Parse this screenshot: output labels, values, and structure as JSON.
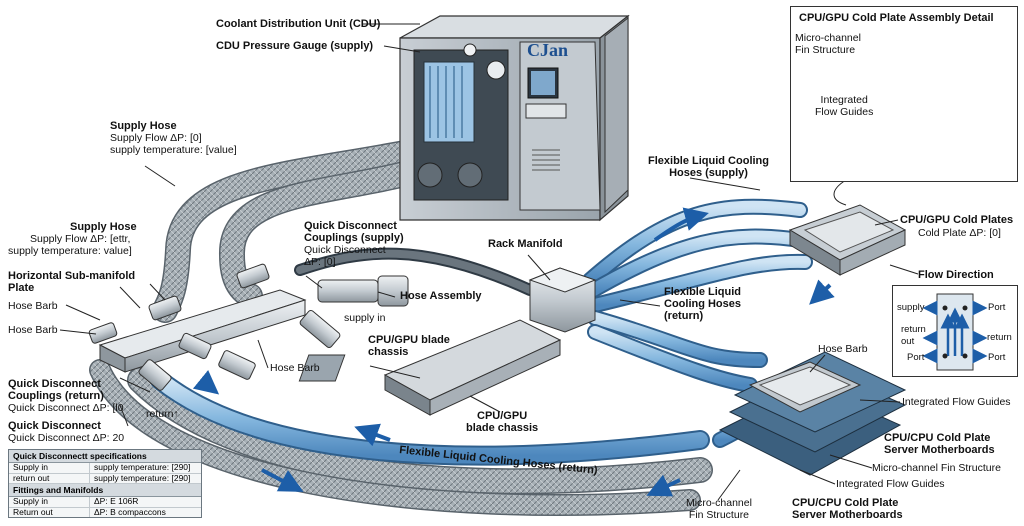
{
  "labels": {
    "cdu": "Coolant Distribution Unit (CDU)",
    "cdu_gauge": "CDU Pressure Gauge (supply)",
    "cdu_brand": "CJan",
    "supply_hose_top": {
      "title": "Supply Hose",
      "line1": "Supply Flow ΔP: [0]",
      "line2": "supply temperature: [value]"
    },
    "supply_hose_left": {
      "title": "Supply Hose",
      "line1": "Supply Flow ΔP: [ettr,",
      "line2": "supply temperature: value]"
    },
    "h_submanifold": "Horizontal Sub-manifold\nPlate",
    "hose_barb_1": "Hose Barb",
    "hose_barb_2": "Hose Barb",
    "hose_barb_3": "Hose Barb",
    "hose_barb_4": "Hose Barb",
    "qd_supply": {
      "title": "Quick Disconnect\nCouplings (supply)",
      "sub": "Quick Disconnect\nΔP: [0]"
    },
    "hose_assembly": "Hose Assembly",
    "supply_in": "supply in",
    "rack_manifold": "Rack Manifold",
    "blade_chassis_1": "CPU/GPU blade\nchassis",
    "blade_chassis_2": "CPU/GPU\nblade chassis",
    "flex_supply": "Flexible Liquid Cooling\nHoses (supply)",
    "flex_return_mid": "Flexible Liquid\nCooling Hoses\n(return)",
    "flex_return_bottom": "Flexible Liquid Cooling Hoses (return)",
    "qd_return": {
      "title": "Quick Disconnect\nCouplings (return)",
      "sub": "Quick Disconnect ΔP: [l0"
    },
    "qd_2": {
      "title": "Quick Disconnect",
      "sub": "Quick Disconnect ΔP: 20"
    },
    "return_label": "return↑",
    "cold_plates": {
      "title": "CPU/GPU Cold Plates",
      "sub": "Cold Plate ΔP: [0]"
    },
    "flow_direction": "Flow Direction",
    "integrated_flow_guides_1": "Integrated Flow Guides",
    "integrated_flow_guides_2": "Integrated Flow Guides",
    "cold_plate_mobo_1": "CPU/CPU Cold Plate\nServer Motherboards",
    "cold_plate_mobo_2": "CPU/CPU Cold Plate\nServer Motherboards",
    "micro_fin_1": "Micro-channel Fin Structure",
    "micro_fin_2": "Micro-channel\nFin Structure"
  },
  "detail_panel": {
    "title": "CPU/GPU Cold Plate Assembly Detail",
    "micro_fin": "Micro-channel\nFin Structure",
    "flow_guides": "Integrated\nFlow Guides"
  },
  "flow_box": {
    "supply": "supply",
    "port_tr": "Port",
    "return_out": "return\nout",
    "return_r": "return",
    "port_bl": "Port",
    "port_br": "Port"
  },
  "spec_table": {
    "h1": "Quick Disconnectt specifications",
    "r1c1": "Supply in",
    "r1c2": "supply temperature: [290]",
    "r2c1": "return out",
    "r2c2": "supply temperature: [290]",
    "h2": "Fittings and Manifolds",
    "r3c1": "Supply in",
    "r3c2": "ΔP: E 106R",
    "r4c1": "Return out",
    "r4c2": "ΔP: B compaccons"
  },
  "colors": {
    "hose_braid": "#8e979e",
    "hose_blue": "#7fb4dc",
    "metal": "#c9d0d6",
    "arrow": "#1d5ea8"
  }
}
